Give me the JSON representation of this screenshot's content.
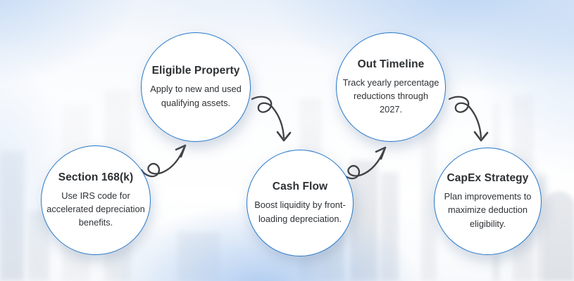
{
  "steps": [
    {
      "heading": "Section 168(k)",
      "body": "Use IRS code for accelerated depreciation benefits."
    },
    {
      "heading": "Eligible Property",
      "body": "Apply to new and used qualifying assets."
    },
    {
      "heading": "Cash Flow",
      "body": "Boost liquidity by front-loading depreciation."
    },
    {
      "heading": "Out Timeline",
      "body": "Track yearly percentage reductions through 2027."
    },
    {
      "heading": "CapEx Strategy",
      "body": "Plan improvements to maximize deduction eligibility."
    }
  ],
  "colors": {
    "circle_border": "#2778c9",
    "circle_fill": "#ffffff",
    "heading_text": "#2d3033",
    "body_text": "#2f3236",
    "arrow": "#3f4245",
    "background_tint": "#b9d3f3",
    "bottom_glow": "#a0c2ee"
  }
}
